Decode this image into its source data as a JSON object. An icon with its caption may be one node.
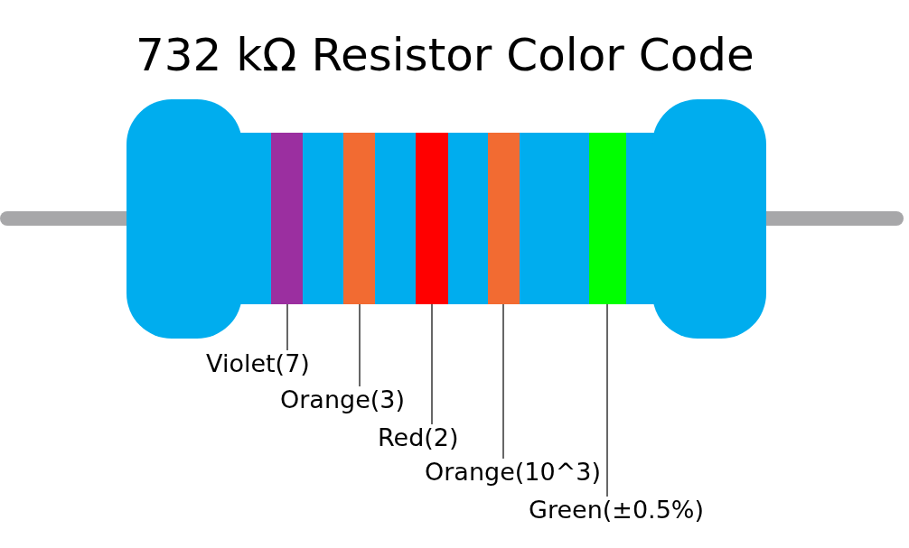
{
  "diagram": {
    "title": "732 kΩ Resistor Color Code",
    "nodes": [
      {
        "text": [
          "Violet(7)"
        ]
      },
      {
        "text": [
          "Orange(3)"
        ]
      },
      {
        "text": [
          "Red(2)"
        ]
      },
      {
        "text": [
          "Orange(10^3)"
        ]
      },
      {
        "text": [
          "Green(±0.5%)"
        ]
      },
      {
        "text": [],
        "shape": "bar"
      },
      {
        "text": [],
        "shape": "bar"
      },
      {
        "text": [],
        "shape": "bar"
      },
      {
        "text": [],
        "shape": "bar"
      },
      {
        "text": [],
        "shape": "bar"
      }
    ],
    "edges": [
      {
        "from": 0,
        "to": 5,
        "arrow": "none"
      },
      {
        "from": 1,
        "to": 6,
        "arrow": "none"
      },
      {
        "from": 2,
        "to": 7,
        "arrow": "none"
      },
      {
        "from": 3,
        "to": 8,
        "arrow": "none"
      },
      {
        "from": 4,
        "to": 9,
        "arrow": "none"
      }
    ]
  }
}
